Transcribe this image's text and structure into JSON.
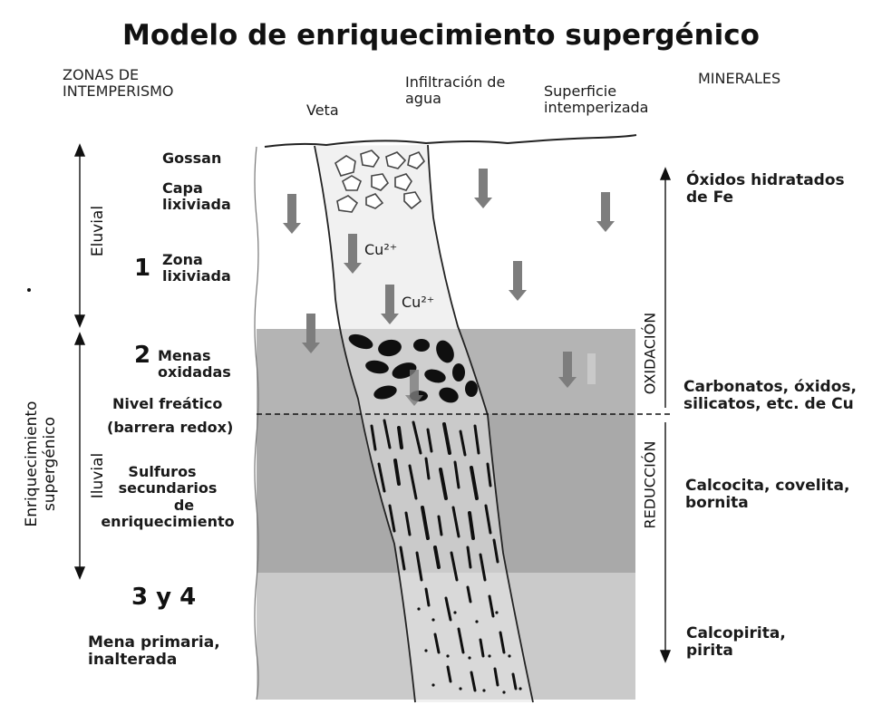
{
  "title": "Modelo de enriquecimiento supergénico",
  "headers": {
    "zones_line1": "ZONAS DE",
    "zones_line2": "INTEMPERISMO",
    "minerals": "MINERALES"
  },
  "top_labels": {
    "vein": "Veta",
    "water_line1": "Infiltración de",
    "water_line2": "agua",
    "surface_line1": "Superficie",
    "surface_line2": "intemperizada"
  },
  "left_axis": {
    "eluvial": "Eluvial",
    "iluvial": "Iluvial",
    "enrich_line1": "Enriquecimiento",
    "enrich_line2": "supergénico"
  },
  "zones": {
    "gossan": "Gossan",
    "capa_line1": "Capa",
    "capa_line2": "lixiviada",
    "zone1_number": "1",
    "zone1_line1": "Zona",
    "zone1_line2": "lixiviada",
    "zone2_number": "2",
    "zone2_line1": "Menas",
    "zone2_line2": "oxidadas",
    "water_table": "Nivel freático",
    "redox": "(barrera redox)",
    "sulf_line1": "Sulfuros",
    "sulf_line2": "secundarios",
    "sulf_line3": "de",
    "sulf_line4": "enriquecimiento",
    "zone34_number": "3 y 4",
    "primary_line1": "Mena primaria,",
    "primary_line2": "inalterada"
  },
  "ions": {
    "cu1": "Cu²⁺",
    "cu2": "Cu²⁺"
  },
  "redox_axis": {
    "oxidation": "OXIDACIÓN",
    "reduction": "REDUCCIÓN"
  },
  "minerals": {
    "m1_line1": "Óxidos hidratados",
    "m1_line2": "de Fe",
    "m2_line1": "Carbonatos, óxidos,",
    "m2_line2": "silicatos, etc. de Cu",
    "m3_line1": "Calcocita, covelita,",
    "m3_line2": "bornita",
    "m4_line1": "Calcopirita,",
    "m4_line2": "pirita"
  },
  "colors": {
    "oxidized_zone": "#b4b4b4",
    "secondary_zone": "#a9a9a9",
    "primary_zone": "#cacaca",
    "arrow": "#7d7d7d",
    "ore": "#0f0f0f"
  }
}
